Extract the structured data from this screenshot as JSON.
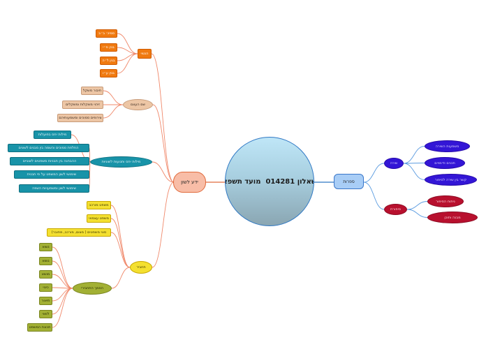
{
  "center": {
    "title_number": "014281",
    "title_prefix": "שאלון",
    "title_suffix": "מועד תשפא"
  },
  "main": {
    "left": "ידע לשון",
    "right": "ספרות"
  },
  "branches": {
    "nismach": {
      "label": "הנטוי",
      "items": [
        "סמיכ׳ ב״ב",
        "בנין פ״י",
        "בנין ל״ה",
        "בנין ע״ו"
      ]
    },
    "shem": {
      "label": "שם העצם",
      "items": [
        "חיבור משקל",
        "זיהוי משקלות ומשקלים",
        "צירופים סמוכים ומשמעותיהם"
      ]
    },
    "milot": {
      "label": "מילות יחס ותנועות לשוניות",
      "items": [
        "מילות יחס בפועלות",
        "החלפת סמוכים והשמה בין מבנים לשונים",
        "ההבחנה בין תבניות משפטים לשוניים",
        "שימושי לשון המשפט על פי תבנית",
        "שימושי לשון ומשמעויות השפה"
      ]
    },
    "tachbir": {
      "label": "תחביר",
      "items": [
        "משפט מורכב",
        "משפט עצמאי",
        "סוגי משפטים ( מצום, מורכב, מחובר)"
      ]
    },
    "ha_tachbiri": {
      "label": "הסמך התחבירי",
      "items": [
        "נשוא",
        "נושא",
        "מושא",
        "כינוי",
        "תיאור",
        "לוואי",
        "תכונת המשפט"
      ]
    },
    "shira": {
      "label": "שירה",
      "items": [
        "משמעות השירה",
        "תכנים ודימויים",
        "קשר בין שירה לסיפור"
      ]
    },
    "siporet": {
      "label": "סיפורת",
      "items": [
        "ניתוח הסיפור",
        "מבנה ותוכן"
      ]
    }
  },
  "colors": {
    "wire_left": "#f0886a",
    "wire_right": "#5a9be0",
    "center_left_wire": "#e06a3c",
    "center_right_wire": "#2f78c4"
  }
}
